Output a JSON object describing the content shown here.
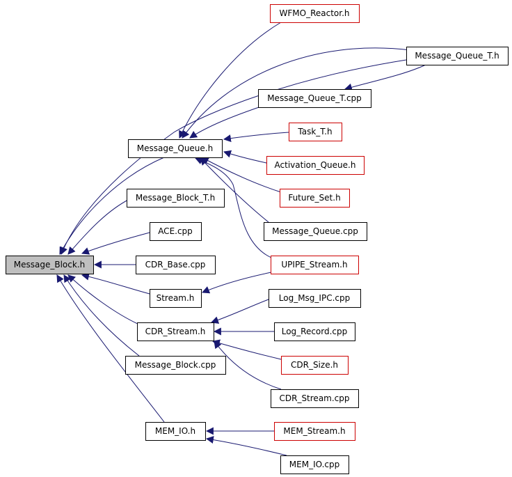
{
  "graph": {
    "colors": {
      "edge": "#191970",
      "node_border_black": "#000000",
      "node_border_red": "#cc0000",
      "root_fill": "#bfbfbf",
      "node_fill": "#ffffff"
    },
    "nodes": [
      {
        "id": "message_block_h",
        "label": "Message_Block.h",
        "style": "root"
      },
      {
        "id": "message_queue_h",
        "label": "Message_Queue.h",
        "style": "black"
      },
      {
        "id": "message_block_t_h",
        "label": "Message_Block_T.h",
        "style": "black"
      },
      {
        "id": "ace_cpp",
        "label": "ACE.cpp",
        "style": "black"
      },
      {
        "id": "cdr_base_cpp",
        "label": "CDR_Base.cpp",
        "style": "black"
      },
      {
        "id": "stream_h",
        "label": "Stream.h",
        "style": "black"
      },
      {
        "id": "cdr_stream_h",
        "label": "CDR_Stream.h",
        "style": "black"
      },
      {
        "id": "message_block_cpp",
        "label": "Message_Block.cpp",
        "style": "black"
      },
      {
        "id": "mem_io_h",
        "label": "MEM_IO.h",
        "style": "black"
      },
      {
        "id": "wfmo_reactor_h",
        "label": "WFMO_Reactor.h",
        "style": "red"
      },
      {
        "id": "message_queue_t_h",
        "label": "Message_Queue_T.h",
        "style": "black"
      },
      {
        "id": "message_queue_t_cpp",
        "label": "Message_Queue_T.cpp",
        "style": "black"
      },
      {
        "id": "task_t_h",
        "label": "Task_T.h",
        "style": "red"
      },
      {
        "id": "activation_queue_h",
        "label": "Activation_Queue.h",
        "style": "red"
      },
      {
        "id": "future_set_h",
        "label": "Future_Set.h",
        "style": "red"
      },
      {
        "id": "message_queue_cpp",
        "label": "Message_Queue.cpp",
        "style": "black"
      },
      {
        "id": "upipe_stream_h",
        "label": "UPIPE_Stream.h",
        "style": "red"
      },
      {
        "id": "log_msg_ipc_cpp",
        "label": "Log_Msg_IPC.cpp",
        "style": "black"
      },
      {
        "id": "log_record_cpp",
        "label": "Log_Record.cpp",
        "style": "black"
      },
      {
        "id": "cdr_size_h",
        "label": "CDR_Size.h",
        "style": "red"
      },
      {
        "id": "cdr_stream_cpp",
        "label": "CDR_Stream.cpp",
        "style": "black"
      },
      {
        "id": "mem_stream_h",
        "label": "MEM_Stream.h",
        "style": "red"
      },
      {
        "id": "mem_io_cpp",
        "label": "MEM_IO.cpp",
        "style": "black"
      }
    ],
    "edges": [
      {
        "from": "message_queue_h",
        "to": "message_block_h"
      },
      {
        "from": "message_block_t_h",
        "to": "message_block_h"
      },
      {
        "from": "ace_cpp",
        "to": "message_block_h"
      },
      {
        "from": "cdr_base_cpp",
        "to": "message_block_h"
      },
      {
        "from": "stream_h",
        "to": "message_block_h"
      },
      {
        "from": "cdr_stream_h",
        "to": "message_block_h"
      },
      {
        "from": "message_block_cpp",
        "to": "message_block_h"
      },
      {
        "from": "mem_io_h",
        "to": "message_block_h"
      },
      {
        "from": "message_queue_t_h",
        "to": "message_block_h"
      },
      {
        "from": "wfmo_reactor_h",
        "to": "message_queue_h"
      },
      {
        "from": "message_queue_t_h",
        "to": "message_queue_h"
      },
      {
        "from": "message_queue_t_cpp",
        "to": "message_queue_h"
      },
      {
        "from": "task_t_h",
        "to": "message_queue_h"
      },
      {
        "from": "activation_queue_h",
        "to": "message_queue_h"
      },
      {
        "from": "future_set_h",
        "to": "message_queue_h"
      },
      {
        "from": "message_queue_cpp",
        "to": "message_queue_h"
      },
      {
        "from": "upipe_stream_h",
        "to": "message_queue_h"
      },
      {
        "from": "message_queue_t_cpp",
        "to": "message_queue_t_h"
      },
      {
        "from": "upipe_stream_h",
        "to": "stream_h"
      },
      {
        "from": "log_msg_ipc_cpp",
        "to": "cdr_stream_h"
      },
      {
        "from": "log_record_cpp",
        "to": "cdr_stream_h"
      },
      {
        "from": "cdr_size_h",
        "to": "cdr_stream_h"
      },
      {
        "from": "cdr_stream_cpp",
        "to": "cdr_stream_h"
      },
      {
        "from": "mem_stream_h",
        "to": "mem_io_h"
      },
      {
        "from": "mem_io_cpp",
        "to": "mem_io_h"
      }
    ]
  }
}
